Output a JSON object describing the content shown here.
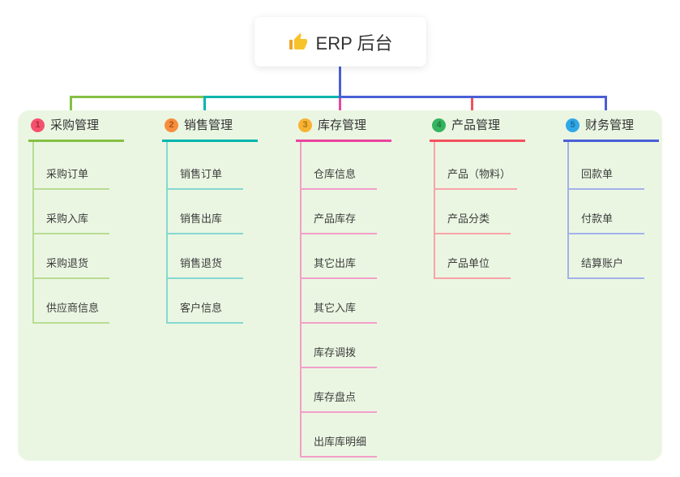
{
  "root": {
    "title": "ERP 后台",
    "icon": "thumbs-up-icon"
  },
  "canvas": {
    "background": "#ffffff",
    "panel_background": "#eaf6e2",
    "connector_color": "#4a5fd6"
  },
  "branches": [
    {
      "number": "1",
      "label": "采购管理",
      "circle_color": "#f4516c",
      "digit_color": "#a82a3d",
      "line_color": "#85c043",
      "light_color": "#b9dc92",
      "children": [
        "采购订单",
        "采购入库",
        "采购退货",
        "供应商信息"
      ]
    },
    {
      "number": "2",
      "label": "销售管理",
      "circle_color": "#f78e3d",
      "digit_color": "#ad541a",
      "line_color": "#00b5ad",
      "light_color": "#86d8d2",
      "children": [
        "销售订单",
        "销售出库",
        "销售退货",
        "客户信息"
      ]
    },
    {
      "number": "3",
      "label": "库存管理",
      "circle_color": "#f9b232",
      "digit_color": "#a87414",
      "line_color": "#e8459e",
      "light_color": "#f29fc9",
      "children": [
        "仓库信息",
        "产品库存",
        "其它出库",
        "其它入库",
        "库存调拨",
        "库存盘点",
        "出库库明细"
      ]
    },
    {
      "number": "4",
      "label": "产品管理",
      "circle_color": "#36b35f",
      "digit_color": "#1d7a3e",
      "line_color": "#f5515f",
      "light_color": "#f8a3a9",
      "children": [
        "产品（物料）",
        "产品分类",
        "产品单位"
      ]
    },
    {
      "number": "5",
      "label": "财务管理",
      "circle_color": "#30a8e8",
      "digit_color": "#1a6fa0",
      "line_color": "#4a5fd6",
      "light_color": "#a3b1e8",
      "children": [
        "回款单",
        "付款单",
        "结算账户"
      ]
    }
  ]
}
